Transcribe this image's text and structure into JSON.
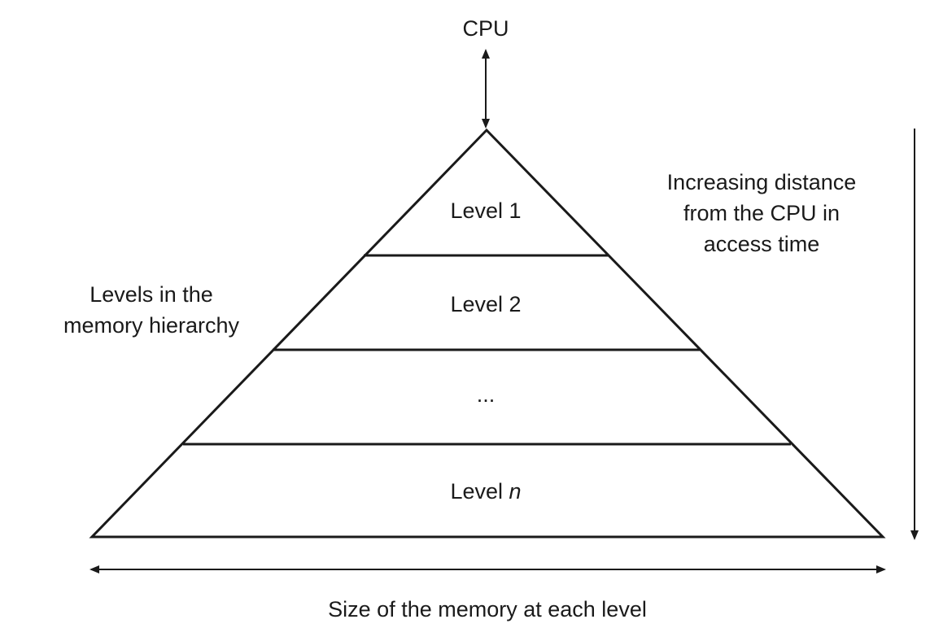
{
  "cpu": "CPU",
  "levels": [
    {
      "label": "Level 1",
      "italic_suffix": ""
    },
    {
      "label": "Level 2",
      "italic_suffix": ""
    },
    {
      "label": "...",
      "italic_suffix": ""
    },
    {
      "label": "Level ",
      "italic_suffix": "n"
    }
  ],
  "left_note": [
    "Levels in the",
    "memory hierarchy"
  ],
  "right_note": [
    "Increasing distance",
    "from the CPU in",
    "access time"
  ],
  "bottom_note": "Size of the memory at each level",
  "colors": {
    "stroke": "#1a1a1a",
    "background": "#ffffff"
  }
}
